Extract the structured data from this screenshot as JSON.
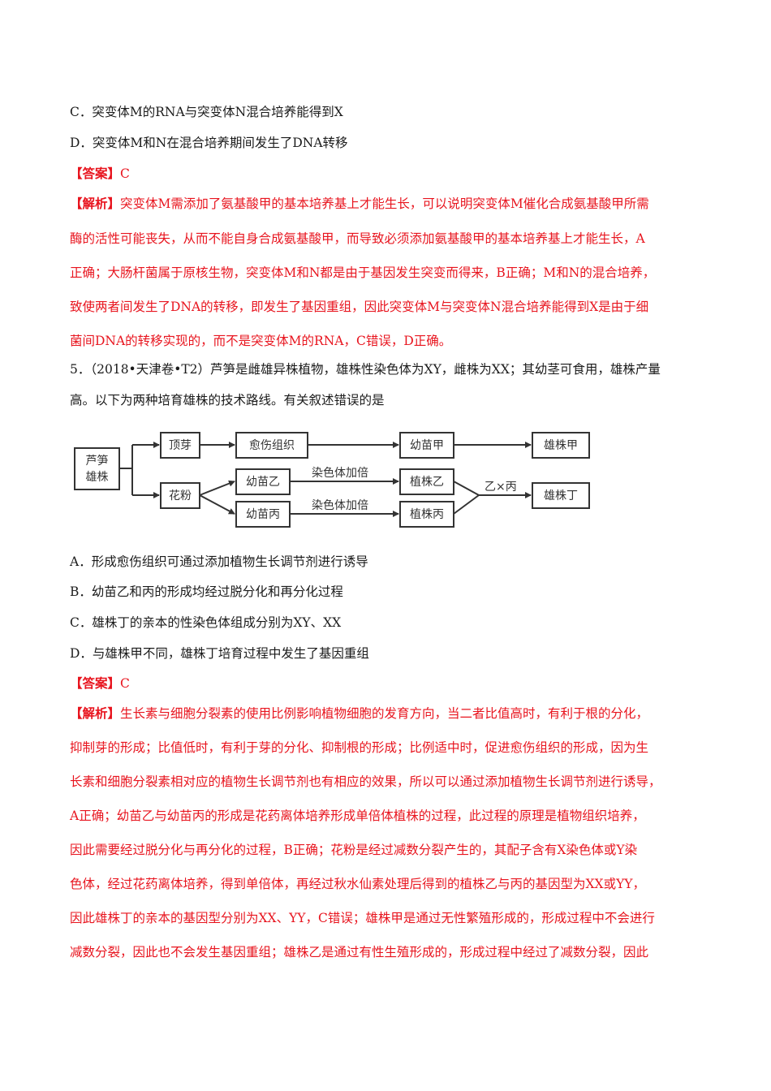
{
  "q4_options": {
    "C": "C．突变体M的RNA与突变体N混合培养能得到X",
    "D": "D．突变体M和N在混合培养期间发生了DNA转移"
  },
  "q4_answer": {
    "tag": "【答案】",
    "value": "C"
  },
  "q4_analysis": {
    "tag": "【解析】",
    "lines": [
      "突变体M需添加了氨基酸甲的基本培养基上才能生长，可以说明突变体M催化合成氨基酸甲所需",
      "酶的活性可能丧失，从而不能自身合成氨基酸甲，而导致必须添加氨基酸甲的基本培养基上才能生长，A",
      "正确；大肠杆菌属于原核生物，突变体M和N都是由于基因发生突变而得来，B正确；M和N的混合培养，",
      "致使两者间发生了DNA的转移，即发生了基因重组，因此突变体M与突变体N混合培养能得到X是由于细",
      "菌间DNA的转移实现的，而不是突变体M的RNA，C错误，D正确。"
    ]
  },
  "q5_stem": {
    "lines": [
      "5．（2018•天津卷•T2）芦笋是雌雄异株植物，雄株性染色体为XY，雌株为XX；其幼茎可食用，雄株产量",
      "高。以下为两种培育雄株的技术路线。有关叙述错误的是"
    ]
  },
  "diagram": {
    "nodes": {
      "source": "芦笋\n雄株",
      "bud": "顶芽",
      "pollen": "花粉",
      "callus": "愈伤组织",
      "seedling_yi": "幼苗乙",
      "seedling_bing": "幼苗丙",
      "seedling_jia": "幼苗甲",
      "plant_yi": "植株乙",
      "plant_bing": "植株丙",
      "male_jia": "雄株甲",
      "male_ding": "雄株丁"
    },
    "edge_labels": {
      "doubling_1": "染色体加倍",
      "doubling_2": "染色体加倍",
      "cross": "乙×丙"
    }
  },
  "q5_options": {
    "A": "A．形成愈伤组织可通过添加植物生长调节剂进行诱导",
    "B": "B．幼苗乙和丙的形成均经过脱分化和再分化过程",
    "C": "C．雄株丁的亲本的性染色体组成分别为XY、XX",
    "D": "D．与雄株甲不同，雄株丁培育过程中发生了基因重组"
  },
  "q5_answer": {
    "tag": "【答案】",
    "value": "C"
  },
  "q5_analysis": {
    "tag": "【解析】",
    "lines": [
      "生长素与细胞分裂素的使用比例影响植物细胞的发育方向，当二者比值高时，有利于根的分化，",
      "抑制芽的形成；比值低时，有利于芽的分化、抑制根的形成；比例适中时，促进愈伤组织的形成，因为生",
      "长素和细胞分裂素相对应的植物生长调节剂也有相应的效果，所以可以通过添加植物生长调节剂进行诱导，",
      "A正确；幼苗乙与幼苗丙的形成是花药离体培养形成单倍体植株的过程，此过程的原理是植物组织培养，",
      "因此需要经过脱分化与再分化的过程，B正确；花粉是经过减数分裂产生的，其配子含有X染色体或Y染",
      "色体，经过花药离体培养，得到单倍体，再经过秋水仙素处理后得到的植株乙与丙的基因型为XX或YY，",
      "因此雄株丁的亲本的基因型分别为XX、YY，C错误；雄株甲是通过无性繁殖形成的，形成过程中不会进行",
      "减数分裂，因此也不会发生基因重组；雄株乙是通过有性生殖形成的，形成过程中经过了减数分裂，因此"
    ]
  },
  "colors": {
    "analysis_red": "#e8141e",
    "body_text": "#1a1a1a"
  }
}
